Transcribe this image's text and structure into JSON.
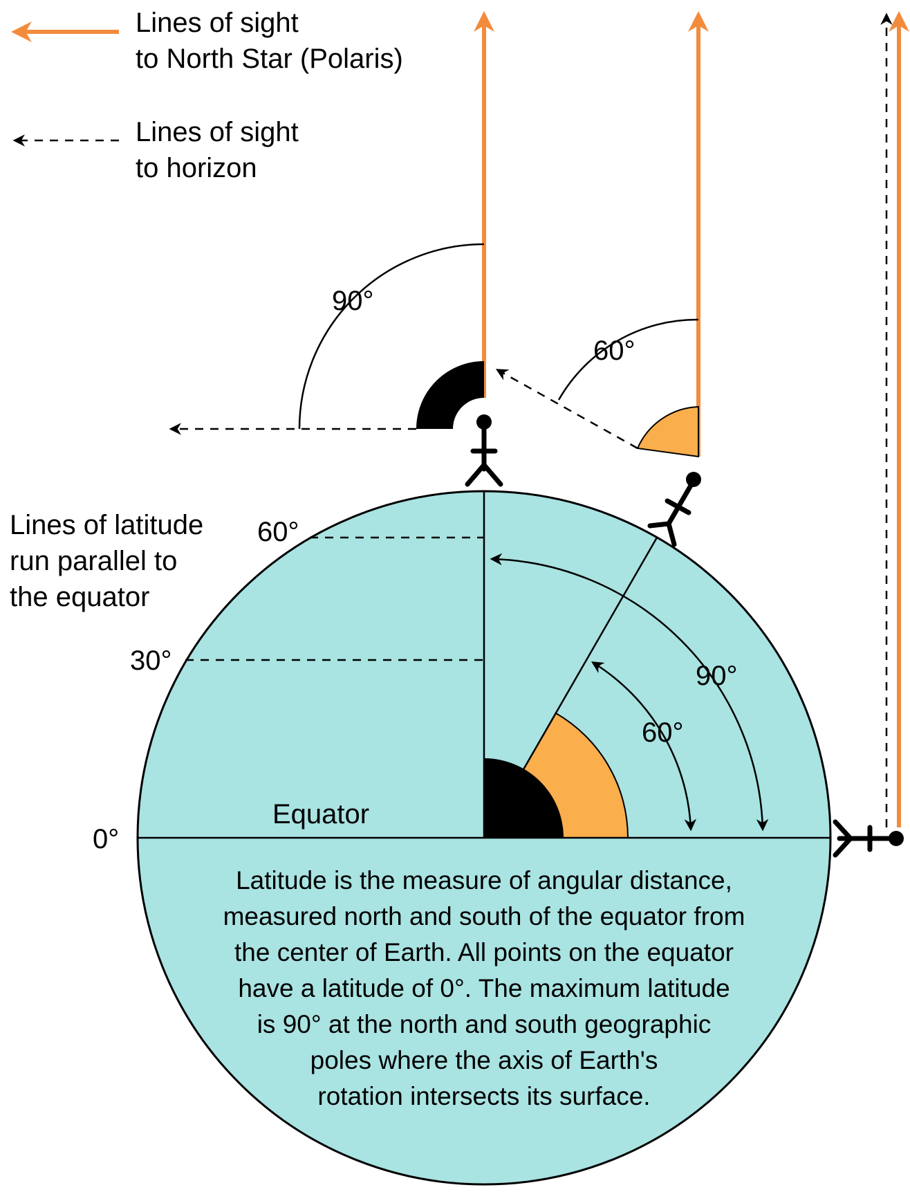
{
  "colors": {
    "earth": "#a9e3e2",
    "polaris_line": "#f38b3c",
    "angle_fill": "#fbae4c",
    "black": "#000000"
  },
  "legend": {
    "polaris": {
      "line1": "Lines of sight",
      "line2": "to North Star (Polaris)"
    },
    "horizon": {
      "line1": "Lines of sight",
      "line2": "to horizon"
    }
  },
  "side_note": {
    "line1": "Lines of latitude",
    "line2": "run parallel to",
    "line3": "the equator"
  },
  "latitude_ticks": {
    "lat60": "60°",
    "lat30": "30°",
    "lat0": "0°"
  },
  "equator_label": "Equator",
  "angles": {
    "pole_observer": "90°",
    "mid_observer": "60°",
    "center_90": "90°",
    "center_60": "60°"
  },
  "caption": [
    "Latitude is the measure of angular distance,",
    "measured north and south of the equator from",
    "the center of Earth. All points on the equator",
    "have a latitude of 0°. The maximum latitude",
    "is 90° at the north and south geographic",
    "poles where the axis of Earth's",
    "rotation intersects its surface."
  ]
}
